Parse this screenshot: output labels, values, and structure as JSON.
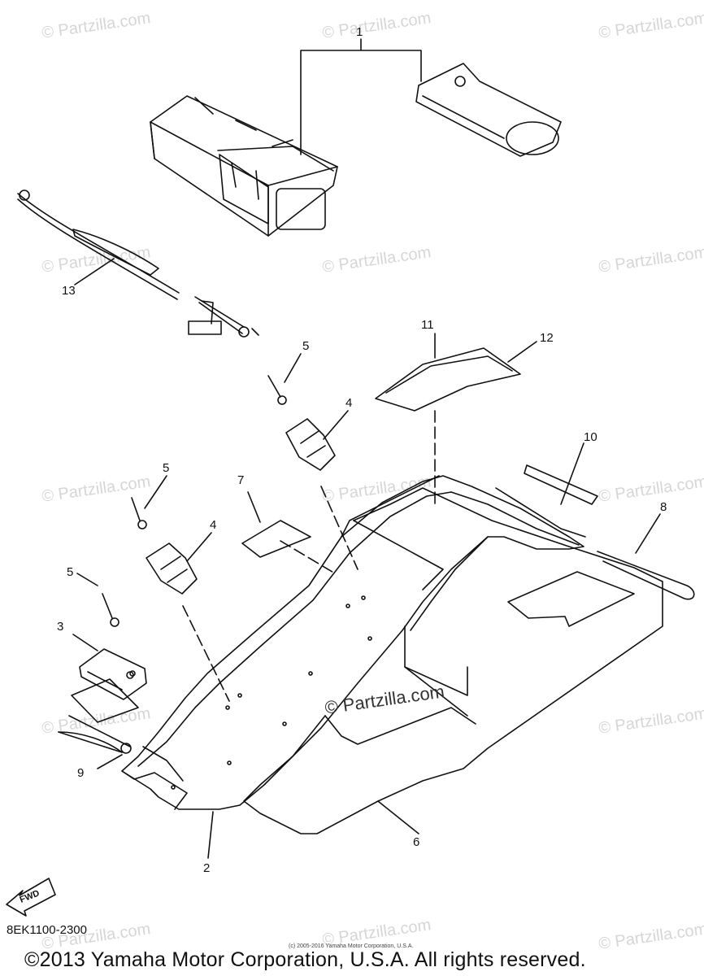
{
  "watermark": "© Partzilla.com",
  "center_watermark": "© Partzilla.com",
  "callouts": [
    "1",
    "2",
    "3",
    "4",
    "4",
    "5",
    "5",
    "5",
    "6",
    "7",
    "8",
    "9",
    "10",
    "11",
    "12",
    "13"
  ],
  "fwd_label": "FWD",
  "diagram_code": "8EK1100-2300",
  "small_copyright": "(c) 2005-2016 Yamaha Motor Corporation, U.S.A.",
  "copyright": "©2013 Yamaha Motor Corporation, U.S.A. All rights reserved."
}
